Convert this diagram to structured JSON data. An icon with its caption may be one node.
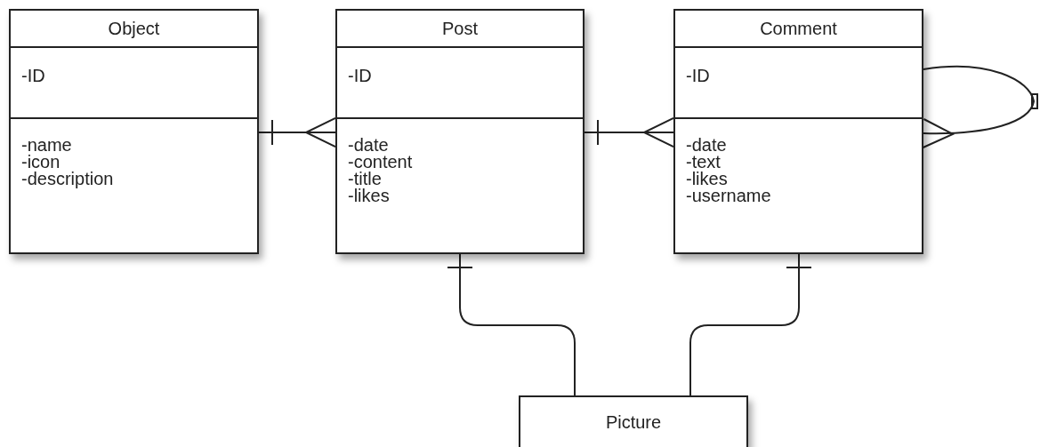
{
  "diagram": {
    "nodes": [
      {
        "text": [
          "Object",
          "-ID",
          "-name",
          "-icon",
          "-description"
        ]
      },
      {
        "text": [
          "Post",
          "-ID",
          "-date",
          "-content",
          "-title",
          "-likes"
        ]
      },
      {
        "text": [
          "Comment",
          "-ID",
          "-date",
          "-text",
          "-likes",
          "-username"
        ]
      },
      {
        "text": [
          "Picture"
        ]
      }
    ],
    "edges": [
      {
        "from": 0,
        "to": 1,
        "arrow": "other"
      },
      {
        "from": 1,
        "to": 2,
        "arrow": "other"
      },
      {
        "from": 2,
        "to": 2,
        "arrow": "other"
      },
      {
        "from": 1,
        "to": 3,
        "arrow": "other"
      },
      {
        "from": 2,
        "to": 3,
        "arrow": "other"
      }
    ]
  }
}
